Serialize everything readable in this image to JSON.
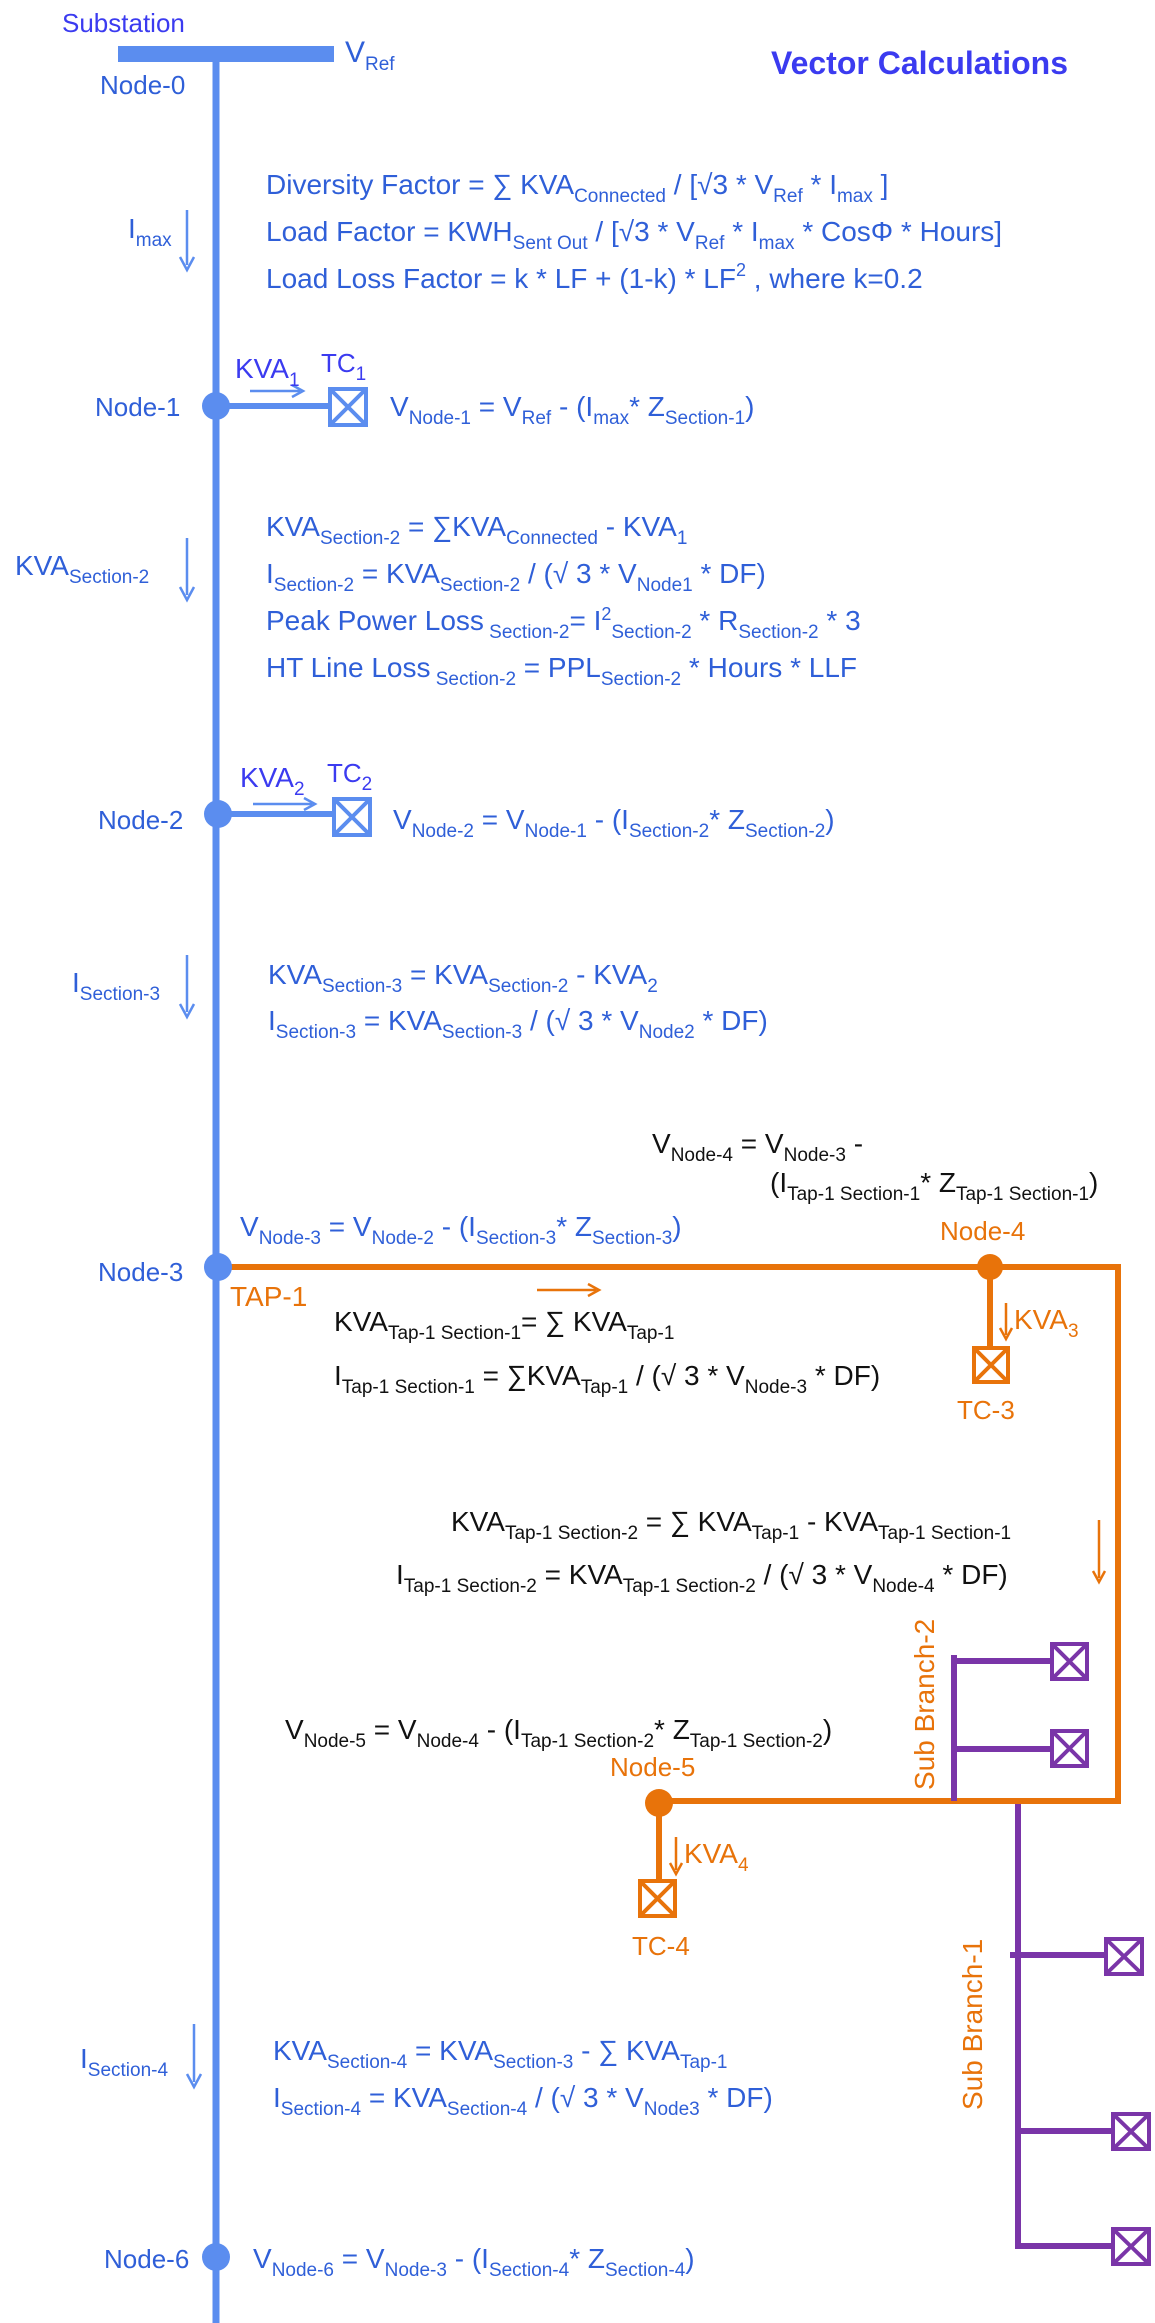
{
  "header": {
    "substation_label": "Substation",
    "title": "Vector Calculations",
    "vref": "V",
    "vref_sub": "Ref"
  },
  "nodes": {
    "n0": "Node-0",
    "n1": "Node-1",
    "n2": "Node-2",
    "n3": "Node-3",
    "n4": "Node-4",
    "n5": "Node-5",
    "n6": "Node-6"
  },
  "colors": {
    "main": "#5b8def",
    "tap": "#e8730a",
    "branch": "#7a35a8",
    "text_blue": "#3b3bf0"
  },
  "icons": {
    "transformer": "transformer-box-icon",
    "arrow": "arrow-icon",
    "node": "node-dot-icon"
  },
  "labels": {
    "tap1": "TAP-1",
    "tc1": "TC",
    "tc1_sub": "1",
    "tc2": "TC",
    "tc2_sub": "2",
    "tc3": "TC-3",
    "tc4": "TC-4",
    "kva": "KVA",
    "i": "I",
    "sub_1": "1",
    "sub_2": "2",
    "sub_3": "3",
    "sub_4": "4",
    "sub_max": "max",
    "sub_section2": "Section-2",
    "sub_section3": "Section-3",
    "sub_section4": "Section-4",
    "sub_branch_1": "Sub Branch-1",
    "sub_branch_2": "Sub Branch-2"
  },
  "formulas": {
    "df_a": "Diversity Factor = ∑ KVA",
    "df_sub": "Connected",
    "df_b": "  / [√3 * V",
    "df_ref": "Ref",
    "df_c": " * I",
    "df_max": "max",
    "df_d": " ]",
    "lf_a": "Load Factor = KWH",
    "lf_sub": "Sent Out",
    "lf_b": " / [√3 * V",
    "lf_ref": "Ref",
    "lf_c": " * I",
    "lf_max": "max",
    "lf_d": " * CosΦ * Hours]",
    "llf_a": "Load Loss Factor = k * LF + (1-k) * LF",
    "llf_sup": "2",
    "llf_b": " , where  k=0.2",
    "vn1_a": "V",
    "vn1_sub": "Node-1",
    "vn1_b": " = V",
    "vn1_ref": "Ref",
    "vn1_c": "  - (I",
    "vn1_max": "max",
    "vn1_d": "* Z",
    "vn1_sec": "Section-1",
    "vn1_e": ")",
    "s2_l1_a": "KVA",
    "s2_l1_sub1": "Section-2",
    "s2_l1_b": " =  ∑KVA",
    "s2_l1_sub2": "Connected",
    "s2_l1_c": "  -  KVA",
    "s2_l1_sub3": "1",
    "s2_l2_a": "I",
    "s2_l2_sub1": "Section-2",
    "s2_l2_b": "  = KVA",
    "s2_l2_sub2": "Section-2",
    "s2_l2_c": " /  (√ 3 * V",
    "s2_l2_sub3": "Node1",
    "s2_l2_d": " * DF)",
    "s2_l3_a": "Peak Power Loss",
    "s2_l3_sub1": " Section-2",
    "s2_l3_b": "= I",
    "s2_l3_sup": "2",
    "s2_l3_sub2": "Section-2",
    "s2_l3_c": "  * R",
    "s2_l3_sub3": "Section-2",
    "s2_l3_d": " * 3",
    "s2_l4_a": "HT Line Loss",
    "s2_l4_sub1": " Section-2",
    "s2_l4_b": " = PPL",
    "s2_l4_sub2": "Section-2",
    "s2_l4_c": " * Hours * LLF",
    "vn2_a": "V",
    "vn2_sub": "Node-2",
    "vn2_b": " = V",
    "vn2_sub2": "Node-1",
    "vn2_c": "  - (I",
    "vn2_sub3": "Section-2",
    "vn2_d": "* Z",
    "vn2_sub4": "Section-2",
    "vn2_e": ")",
    "s3_l1_a": "KVA",
    "s3_l1_sub1": "Section-3",
    "s3_l1_b": " =  KVA",
    "s3_l1_sub2": "Section-2",
    "s3_l1_c": "  -  KVA",
    "s3_l1_sub3": "2",
    "s3_l2_a": "I",
    "s3_l2_sub1": "Section-3",
    "s3_l2_b": "  = KVA",
    "s3_l2_sub2": "Section-3",
    "s3_l2_c": " /  (√ 3 * V",
    "s3_l2_sub3": "Node2",
    "s3_l2_d": " * DF)",
    "vn4_a": "V",
    "vn4_sub": "Node-4",
    "vn4_b": "  = V",
    "vn4_sub2": "Node-3",
    "vn4_c": "  -",
    "vn4_l2_a": "(I",
    "vn4_l2_sub1": "Tap-1  Section-1",
    "vn4_l2_b": "* Z",
    "vn4_l2_sub2": "Tap-1  Section-1",
    "vn4_l2_c": ")",
    "vn3_a": "V",
    "vn3_sub": "Node-3",
    "vn3_b": "  = V",
    "vn3_sub2": "Node-2",
    "vn3_c": "  - (I",
    "vn3_sub3": "Section-3",
    "vn3_d": "* Z",
    "vn3_sub4": "Section-3",
    "vn3_e": ")",
    "t1_l1_a": "KVA",
    "t1_l1_sub1": "Tap-1  Section-1",
    "t1_l1_b": "= ∑ KVA",
    "t1_l1_sub2": "Tap-1",
    "t1_l2_a": "I",
    "t1_l2_sub1": "Tap-1  Section-1",
    "t1_l2_b": " = ∑KVA",
    "t1_l2_sub2": "Tap-1",
    "t1_l2_c": " /  (√ 3 * V",
    "t1_l2_sub3": "Node-3",
    "t1_l2_d": " * DF)",
    "t2_l1_a": "KVA",
    "t2_l1_sub1": "Tap-1  Section-2",
    "t2_l1_b": " = ∑ KVA",
    "t2_l1_sub2": "Tap-1",
    "t2_l1_c": " - KVA",
    "t2_l1_sub3": "Tap-1  Section-1",
    "t2_l2_a": "I",
    "t2_l2_sub1": "Tap-1  Section-2",
    "t2_l2_b": " = KVA",
    "t2_l2_sub2": "Tap-1  Section-2",
    "t2_l2_c": " /  (√ 3 * V",
    "t2_l2_sub3": "Node-4",
    "t2_l2_d": " * DF)",
    "vn5_a": "V",
    "vn5_sub": "Node-5",
    "vn5_b": "  = V",
    "vn5_sub2": "Node-4",
    "vn5_c": "  - (I",
    "vn5_sub3": "Tap-1  Section-2",
    "vn5_d": "* Z",
    "vn5_sub4": "Tap-1  Section-2",
    "vn5_e": ")",
    "s4_l1_a": "KVA",
    "s4_l1_sub1": "Section-4",
    "s4_l1_b": "  =  KVA",
    "s4_l1_sub2": "Section-3",
    "s4_l1_c": "  -  ∑ KVA",
    "s4_l1_sub3": "Tap-1",
    "s4_l2_a": "I",
    "s4_l2_sub1": "Section-4",
    "s4_l2_b": "  = KVA",
    "s4_l2_sub2": "Section-4",
    "s4_l2_c": " /  (√ 3 * V",
    "s4_l2_sub3": "Node3",
    "s4_l2_d": " * DF)",
    "vn6_a": "V",
    "vn6_sub": "Node-6",
    "vn6_b": " = V",
    "vn6_sub2": "Node-3",
    "vn6_c": "  - (I",
    "vn6_sub3": "Section-4",
    "vn6_d": "* Z",
    "vn6_sub4": "Section-4",
    "vn6_e": ")"
  }
}
